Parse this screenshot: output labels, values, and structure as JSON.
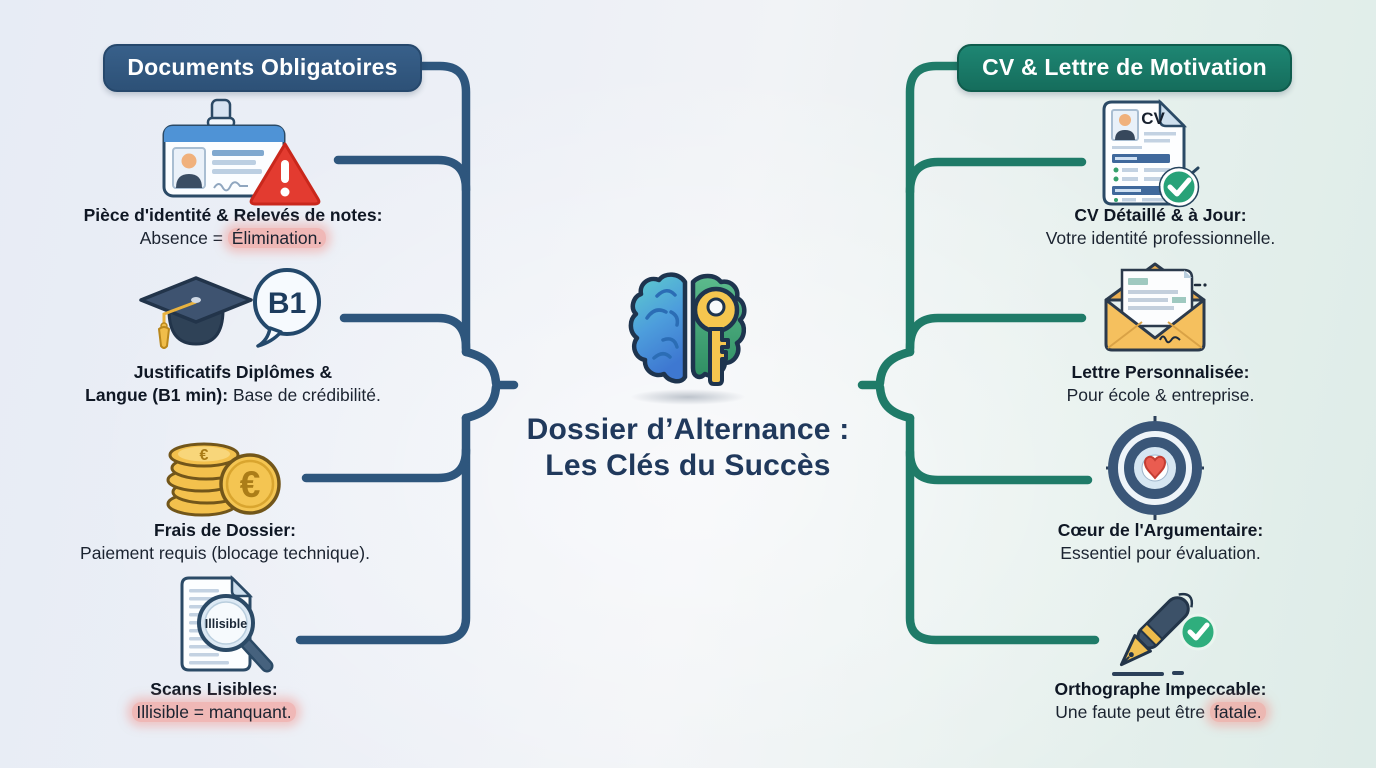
{
  "center": {
    "icon": "brain-key-icon",
    "title_line1": "Dossier d’Alternance :",
    "title_line2": "Les Clés du Succès"
  },
  "left_branch": {
    "header": "Documents Obligatoires",
    "accent_color": "#2e567d",
    "items": [
      {
        "icon": "id-card-warning-icon",
        "title": "Pièce d'identité & Relevés de notes:",
        "desc_prefix": "Absence = ",
        "desc_highlight": "Élimination."
      },
      {
        "icon": "graduation-cap-b1-icon",
        "bubble_label": "B1",
        "title": "Justificatifs Diplômes &",
        "subtitle_bold": "Langue (B1 min):",
        "subtitle_normal": " Base de crédibilité."
      },
      {
        "icon": "euro-coins-icon",
        "coin_symbol": "€",
        "title": "Frais de Dossier:",
        "desc": "Paiement requis (blocage technique)."
      },
      {
        "icon": "magnifier-document-icon",
        "lens_label": "Illisible",
        "title": "Scans Lisibles:",
        "desc_highlight": "Illisible = manquant."
      }
    ]
  },
  "right_branch": {
    "header": "CV & Lettre de Motivation",
    "accent_color": "#1f7b68",
    "items": [
      {
        "icon": "cv-document-check-icon",
        "doc_label": "CV",
        "title": "CV Détaillé & à Jour:",
        "desc": "Votre identité professionnelle."
      },
      {
        "icon": "envelope-letter-icon",
        "title": "Lettre Personnalisée:",
        "desc": "Pour école & entreprise."
      },
      {
        "icon": "target-heart-icon",
        "title": "Cœur de l'Argumentaire:",
        "desc": "Essentiel pour évaluation."
      },
      {
        "icon": "fountain-pen-check-icon",
        "title": "Orthographe Impeccable:",
        "desc_prefix": "Une faute peut être ",
        "desc_highlight": "fatale."
      }
    ]
  },
  "highlight_color": "#f29e98"
}
